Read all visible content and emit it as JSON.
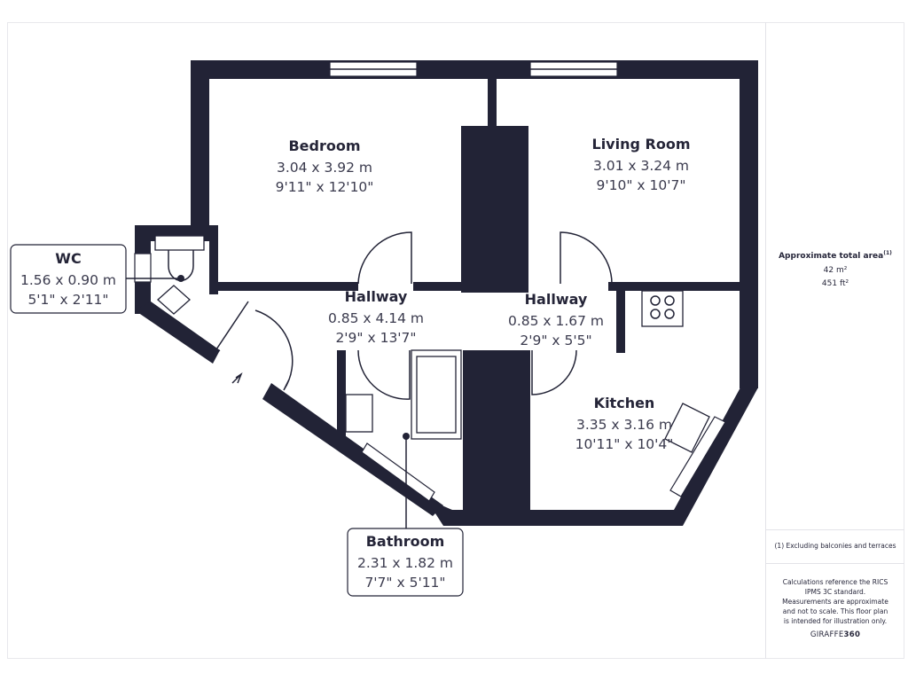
{
  "rooms": {
    "bedroom": {
      "name": "Bedroom",
      "metric": "3.04 x 3.92 m",
      "imperial": "9'11\" x 12'10\""
    },
    "living": {
      "name": "Living Room",
      "metric": "3.01 x 3.24 m",
      "imperial": "9'10\" x 10'7\""
    },
    "hallway1": {
      "name": "Hallway",
      "metric": "0.85 x 4.14 m",
      "imperial": "2'9\" x 13'7\""
    },
    "hallway2": {
      "name": "Hallway",
      "metric": "0.85 x 1.67 m",
      "imperial": "2'9\" x 5'5\""
    },
    "kitchen": {
      "name": "Kitchen",
      "metric": "3.35 x 3.16 m",
      "imperial": "10'11\" x 10'4\""
    },
    "wc": {
      "name": "WC",
      "metric": "1.56 x 0.90 m",
      "imperial": "5'1\" x 2'11\""
    },
    "bathroom": {
      "name": "Bathroom",
      "metric": "2.31 x 1.82 m",
      "imperial": "7'7\" x 5'11\""
    }
  },
  "sidebar": {
    "total_area_label": "Approximate total area",
    "total_area_note_marker": "(1)",
    "area_m2": "42 m²",
    "area_ft2": "451 ft²",
    "footnote": "(1) Excluding balconies and terraces",
    "disclaimer": "Calculations reference the RICS IPMS 3C standard. Measurements are approximate and not to scale. This floor plan is intended for illustration only.",
    "brand_light": "GIRAFFE",
    "brand_bold": "360"
  },
  "colors": {
    "wall": "#222336",
    "text": "#252538"
  }
}
